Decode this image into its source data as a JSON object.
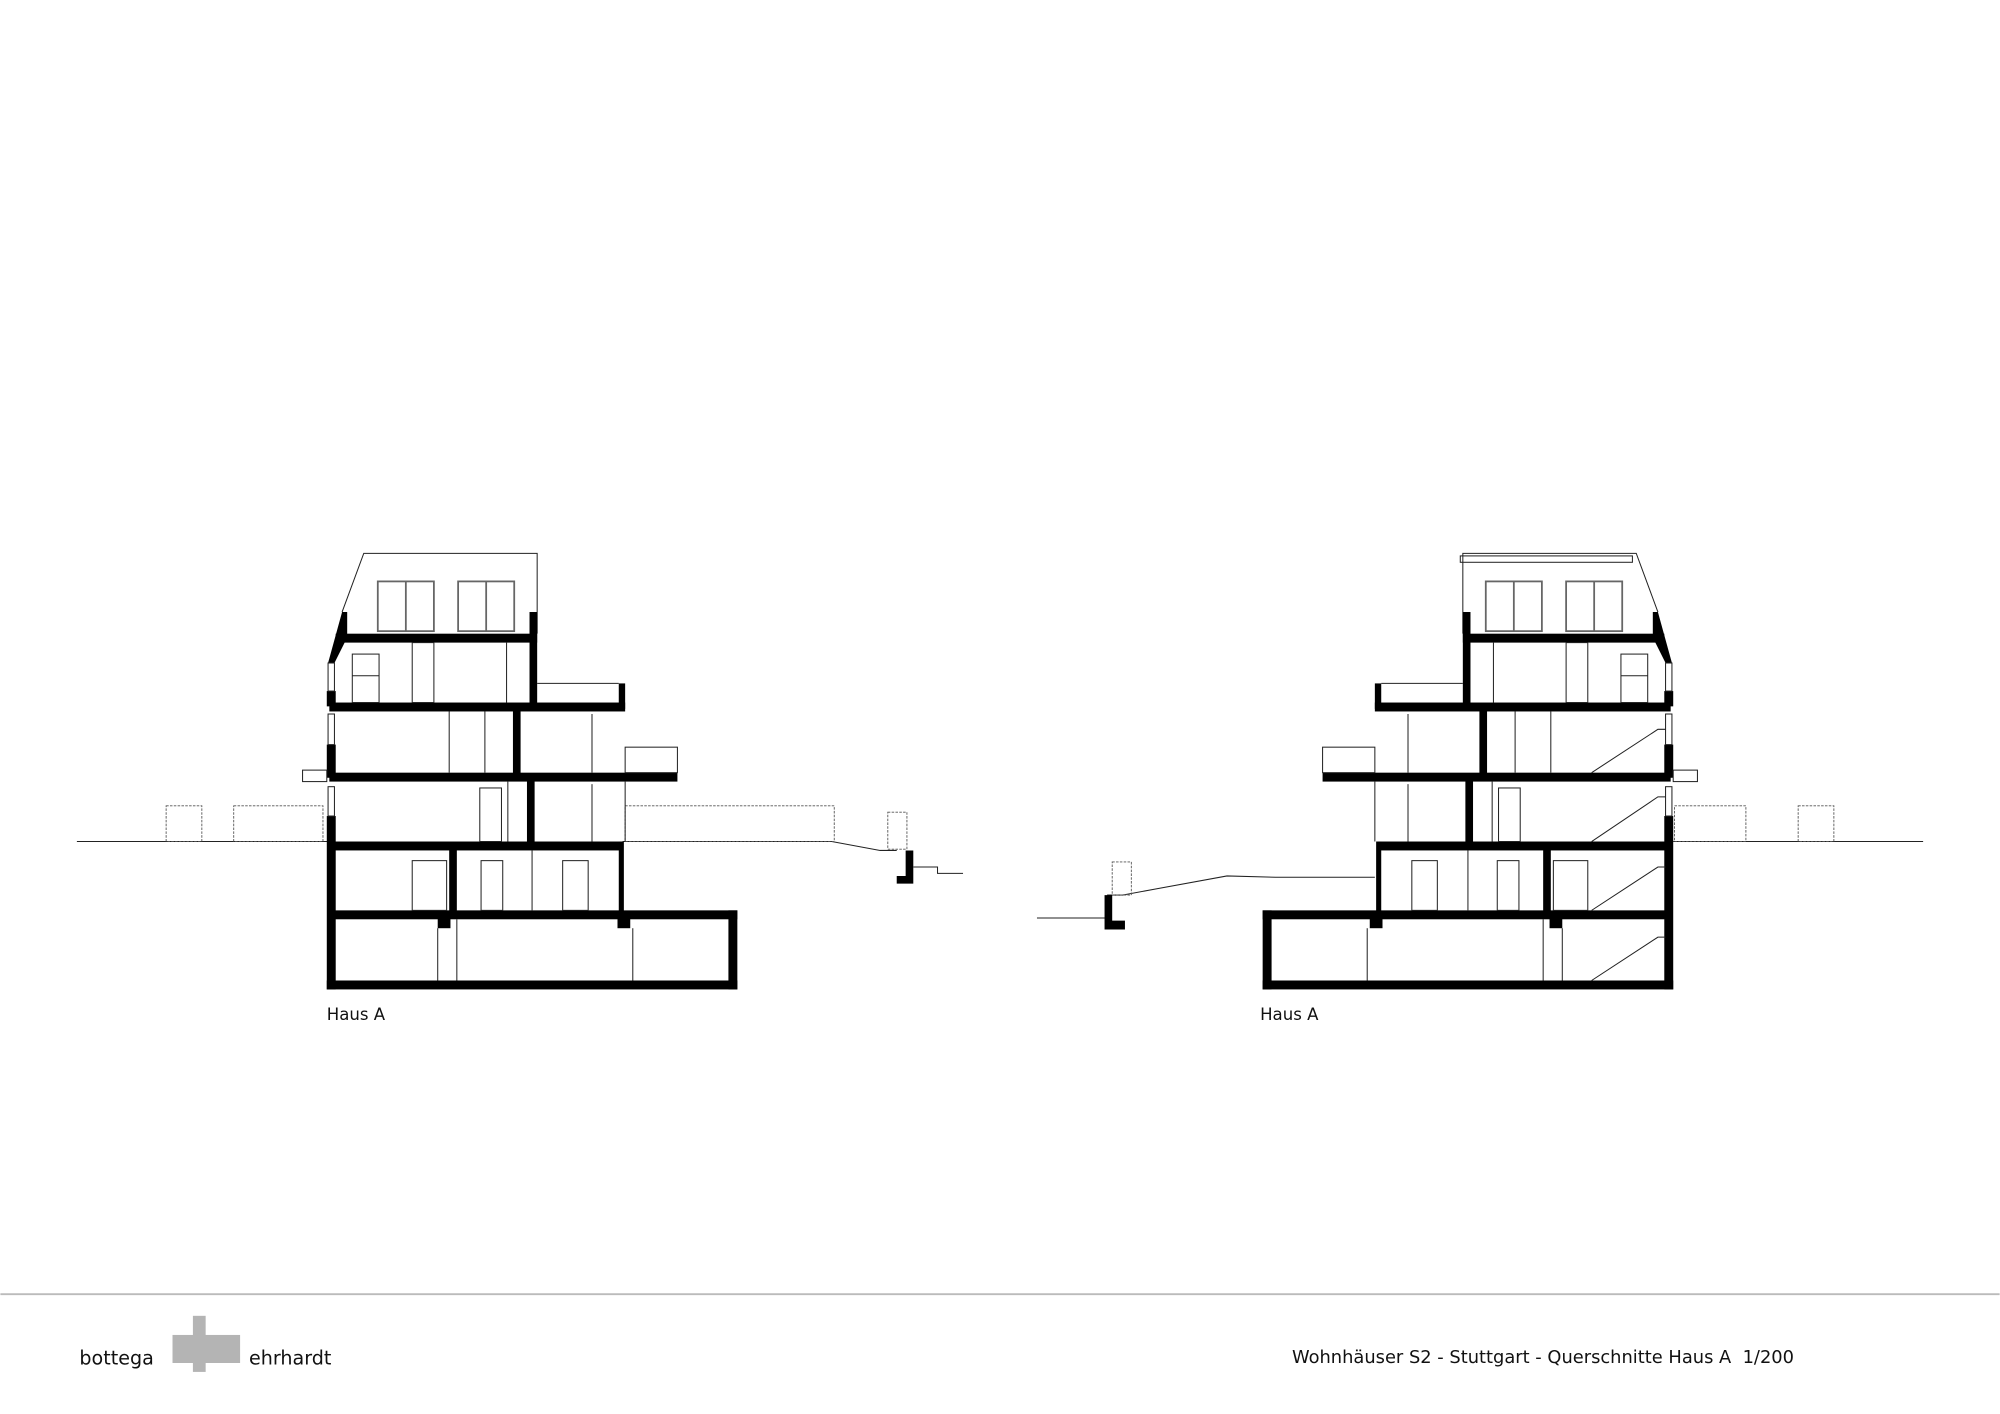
{
  "drawing": {
    "left_label": "Haus A",
    "right_label": "Haus A"
  },
  "footer": {
    "logo_left": "bottega",
    "logo_right": "ehrhardt",
    "title": "Wohnhäuser S2 - Stuttgart - Querschnitte Haus A  1/200",
    "logo_color": "#b4b4b4"
  }
}
